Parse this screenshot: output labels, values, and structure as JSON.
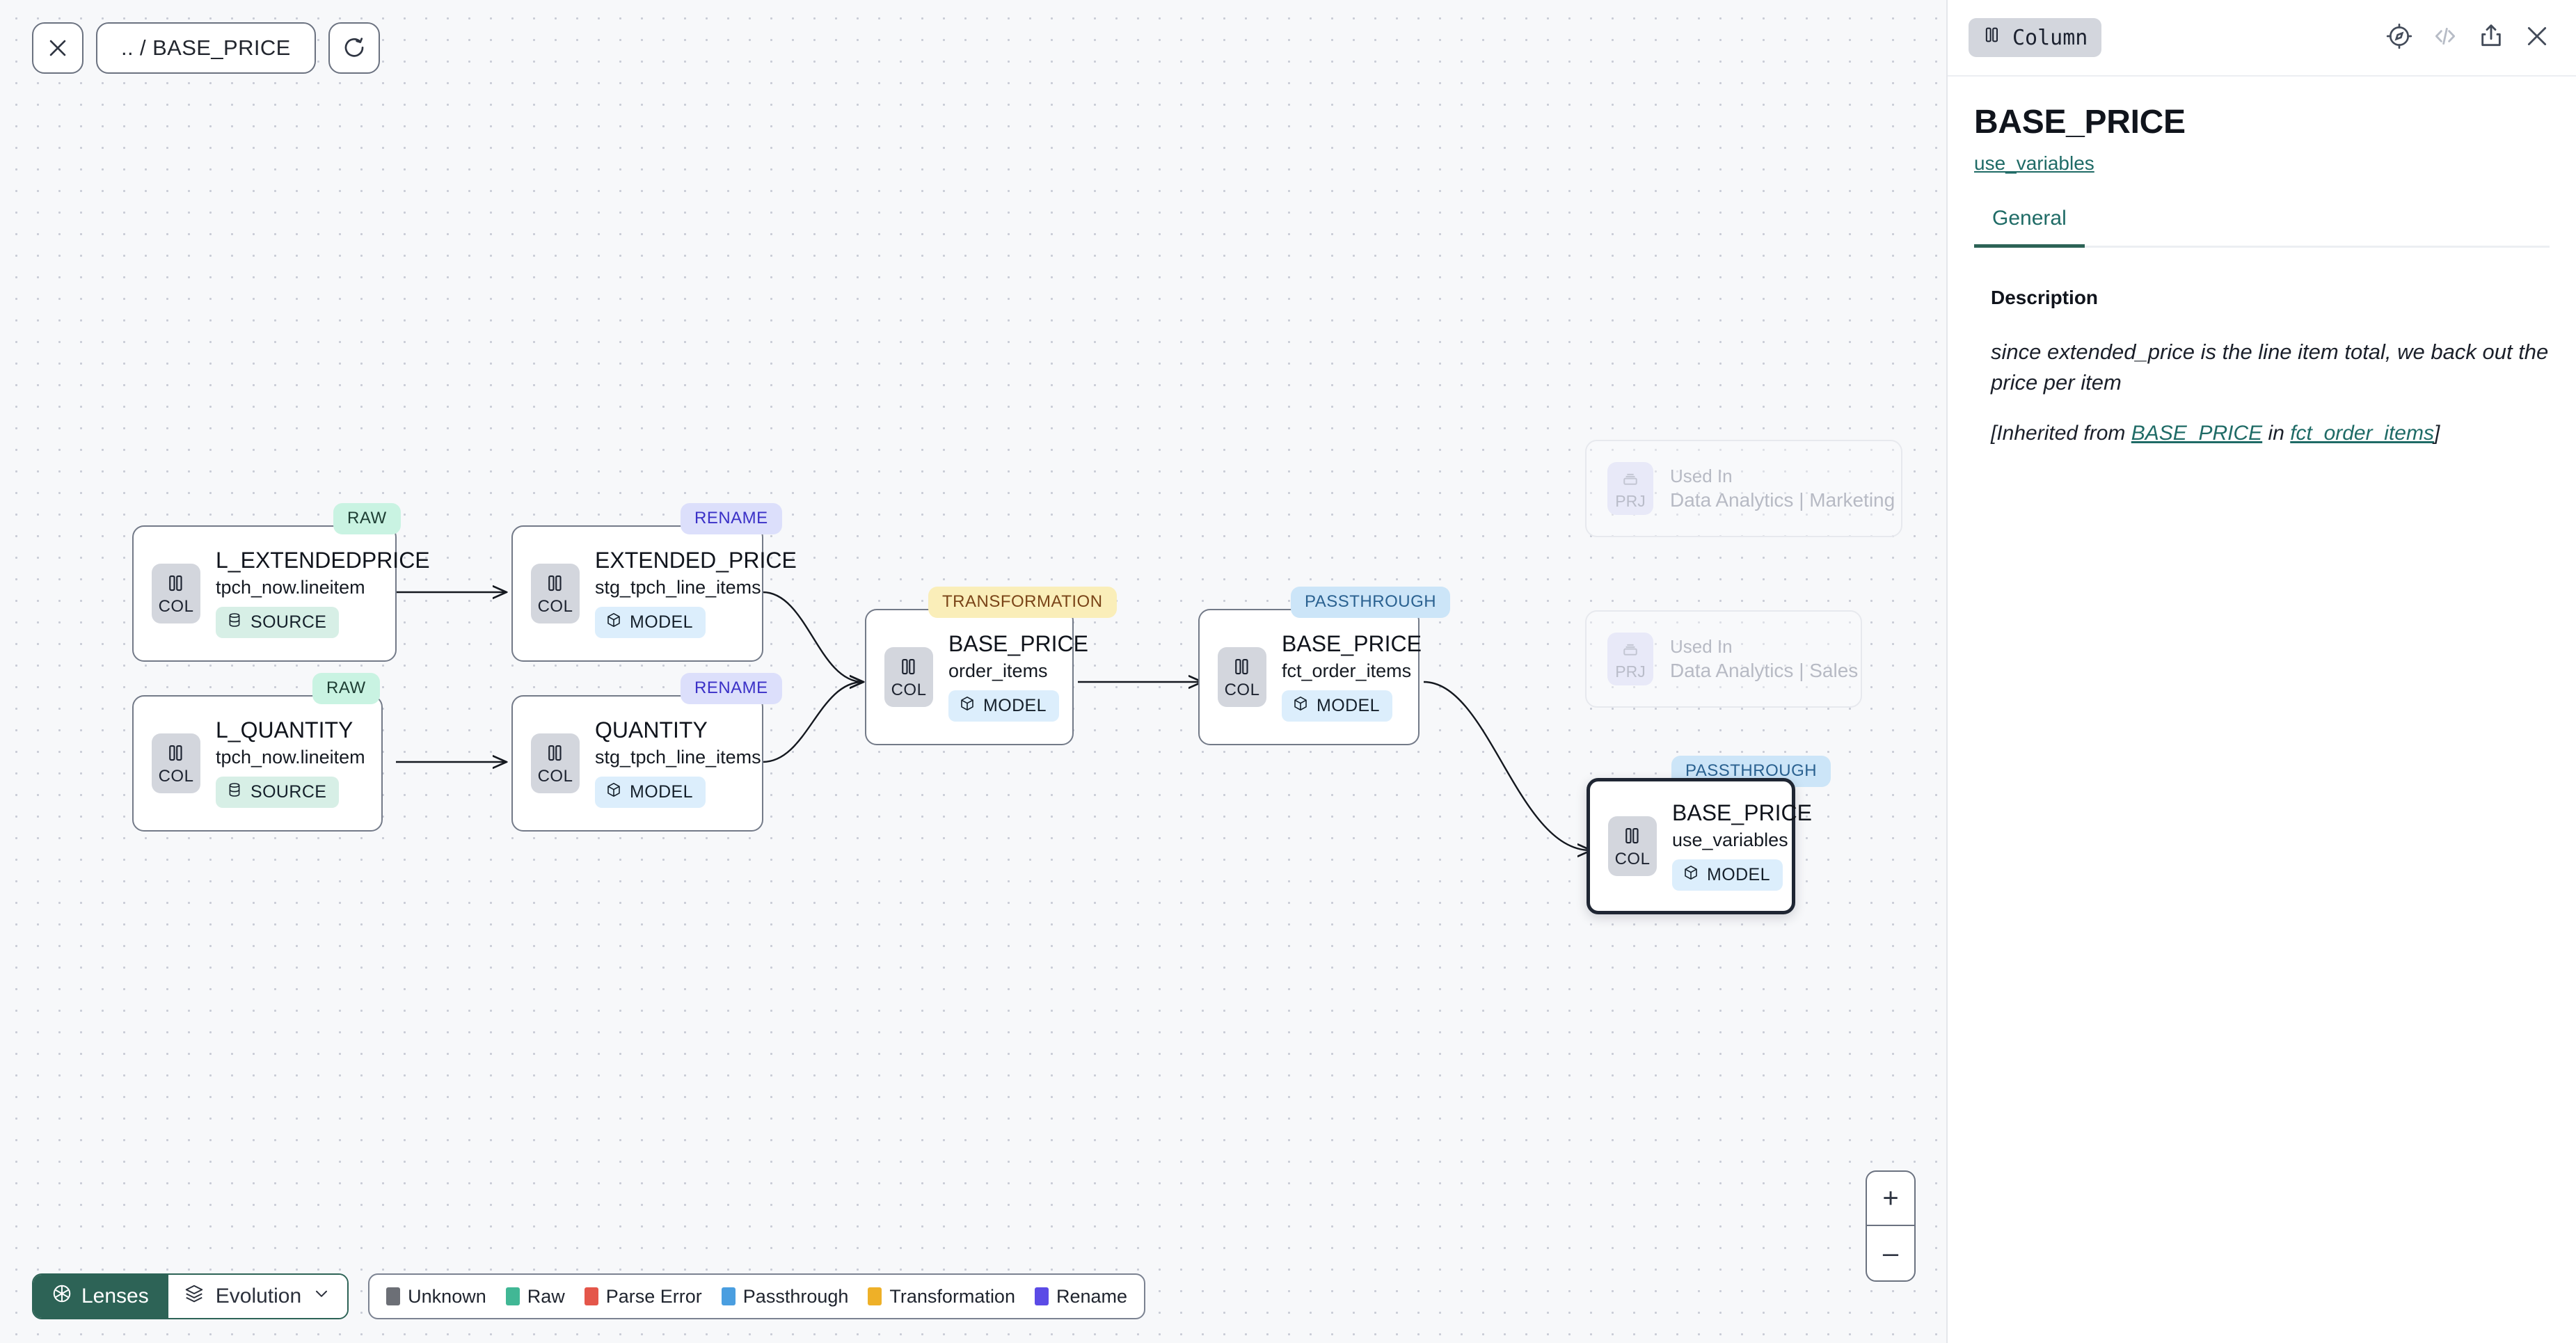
{
  "toolbar": {
    "close_icon": "close-icon",
    "breadcrumb": ".. / BASE_PRICE",
    "refresh_icon": "refresh-icon"
  },
  "graph": {
    "nodes": [
      {
        "id": "l_extendedprice",
        "title": "L_EXTENDEDPRICE",
        "subtitle": "tpch_now.lineitem",
        "kind": "COL",
        "material": "SOURCE",
        "badge": "RAW"
      },
      {
        "id": "l_quantity",
        "title": "L_QUANTITY",
        "subtitle": "tpch_now.lineitem",
        "kind": "COL",
        "material": "SOURCE",
        "badge": "RAW"
      },
      {
        "id": "extended_price",
        "title": "EXTENDED_PRICE",
        "subtitle": "stg_tpch_line_items",
        "kind": "COL",
        "material": "MODEL",
        "badge": "RENAME"
      },
      {
        "id": "quantity",
        "title": "QUANTITY",
        "subtitle": "stg_tpch_line_items",
        "kind": "COL",
        "material": "MODEL",
        "badge": "RENAME"
      },
      {
        "id": "base_price_order_items",
        "title": "BASE_PRICE",
        "subtitle": "order_items",
        "kind": "COL",
        "material": "MODEL",
        "badge": "TRANSFORMATION"
      },
      {
        "id": "base_price_fct",
        "title": "BASE_PRICE",
        "subtitle": "fct_order_items",
        "kind": "COL",
        "material": "MODEL",
        "badge": "PASSTHROUGH"
      },
      {
        "id": "base_price_use_variables",
        "title": "BASE_PRICE",
        "subtitle": "use_variables",
        "kind": "COL",
        "material": "MODEL",
        "badge": "PASSTHROUGH"
      }
    ],
    "ghost_cards": [
      {
        "id": "used-in-marketing",
        "kind": "PRJ",
        "label": "Used In",
        "value": "Data Analytics | Marketing"
      },
      {
        "id": "used-in-sales",
        "kind": "PRJ",
        "label": "Used In",
        "value": "Data Analytics | Sales"
      }
    ]
  },
  "zoom_controls": {
    "in": "+",
    "out": "–"
  },
  "bottom": {
    "lenses_label": "Lenses",
    "evolution_label": "Evolution",
    "legend": [
      {
        "label": "Unknown",
        "color": "#6c6f76"
      },
      {
        "label": "Raw",
        "color": "#41b795"
      },
      {
        "label": "Parse Error",
        "color": "#e4564a"
      },
      {
        "label": "Passthrough",
        "color": "#4a9ee0"
      },
      {
        "label": "Transformation",
        "color": "#eeb028"
      },
      {
        "label": "Rename",
        "color": "#5b4be6"
      }
    ]
  },
  "panel": {
    "type_chip": "Column",
    "type_chip_icon": "column-icon",
    "icons": [
      {
        "name": "compass-icon"
      },
      {
        "name": "code-icon"
      },
      {
        "name": "share-icon"
      },
      {
        "name": "close-icon"
      }
    ],
    "title": "BASE_PRICE",
    "subtitle_link": "use_variables",
    "tabs": [
      {
        "label": "General",
        "active": true
      }
    ],
    "description_header": "Description",
    "description_text": "since extended_price is the line item total, we back out the price per item",
    "inherited": {
      "prefix": "[Inherited from ",
      "link1": "BASE_PRICE",
      "middle": " in ",
      "link2": "fct_order_items",
      "suffix": "]"
    }
  }
}
